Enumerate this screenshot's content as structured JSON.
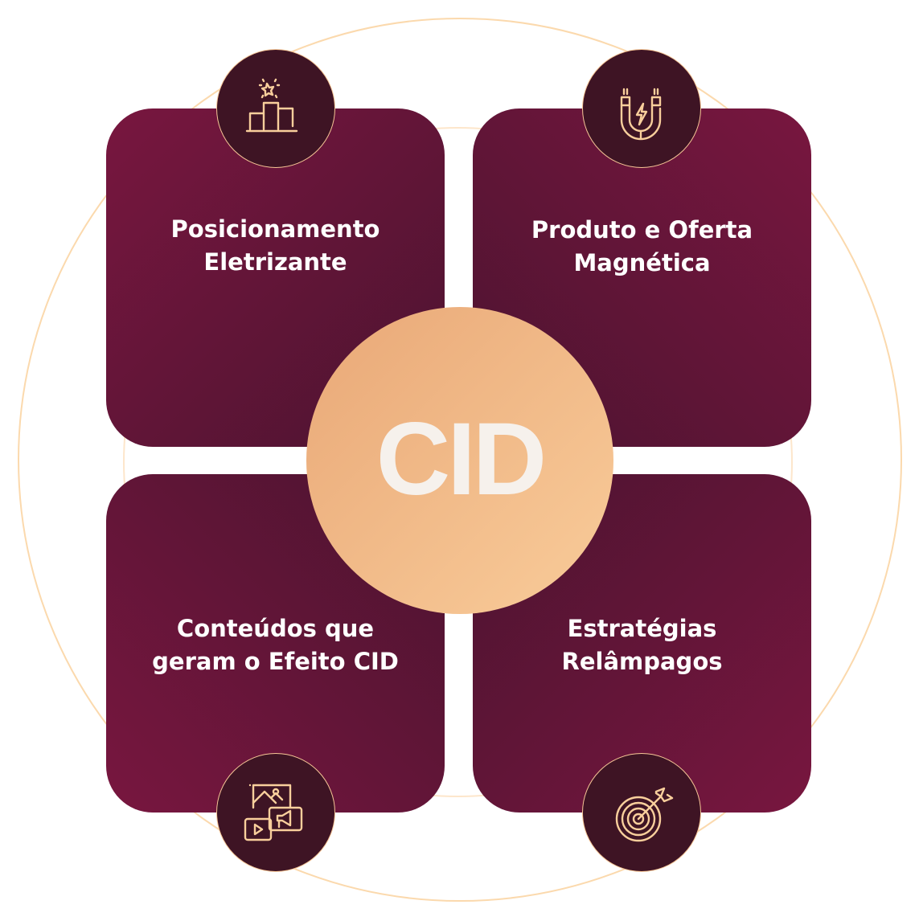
{
  "center_label": "CID",
  "colors": {
    "card_bright": "#78163f",
    "card_dark": "#4c1430",
    "icon_bg": "#3e1424",
    "accent": "#f6c596",
    "center_from": "#e9a877",
    "center_to": "#f9cc9a"
  },
  "quadrants": [
    {
      "label": "Posicionamento\nEletrizante",
      "icon": "podium-star-icon"
    },
    {
      "label": "Produto e Oferta\nMagnética",
      "icon": "magnet-icon"
    },
    {
      "label": "Conteúdos que\ngeram o Efeito CID",
      "icon": "media-content-icon"
    },
    {
      "label": "Estratégias\nRelâmpagos",
      "icon": "target-icon"
    }
  ]
}
